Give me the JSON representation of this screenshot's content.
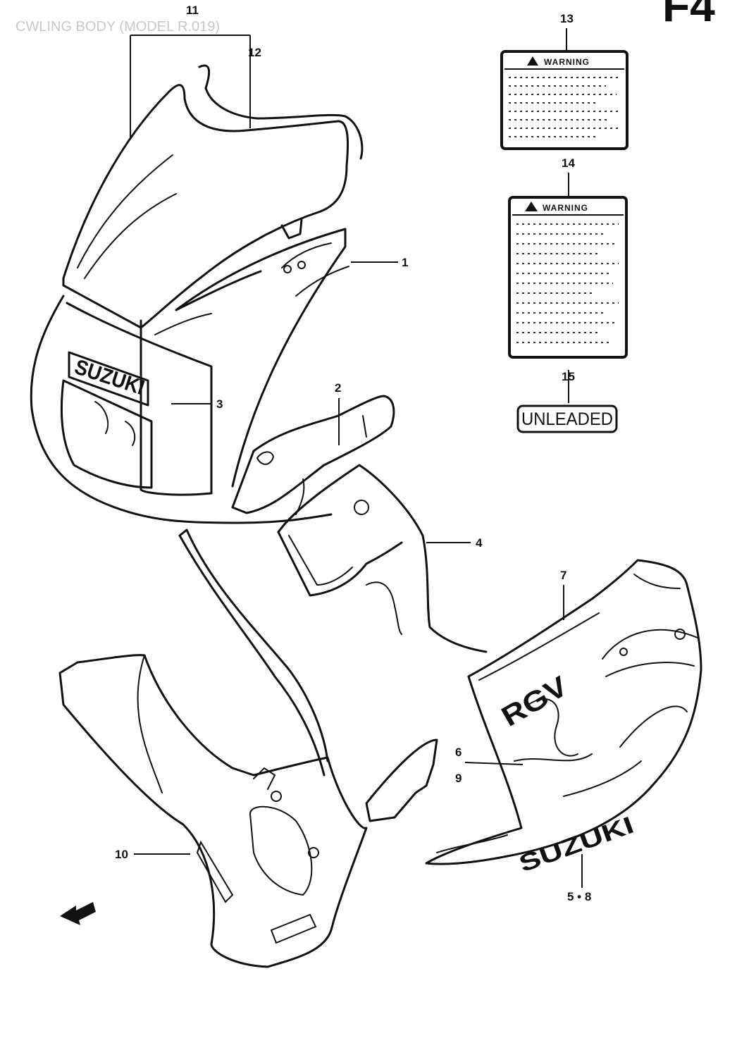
{
  "header": {
    "page_code": "F4",
    "faint_title": "CWLING BODY (MODEL R.019)"
  },
  "callouts": {
    "c1": "1",
    "c2": "2",
    "c3": "3",
    "c4": "4",
    "c5_8": "5 • 8",
    "c6": "6",
    "c9": "9",
    "c7": "7",
    "c10": "10",
    "c11": "11",
    "c12": "12",
    "c13": "13",
    "c14": "14",
    "c15": "15"
  },
  "labels": {
    "warning_13": "WARNING",
    "warning_14": "WARNING",
    "unleaded": "UNLEADED"
  },
  "decals": {
    "fairing_brand": "SUZUKI",
    "lower_brand": "SUZUKI",
    "logo_letters": "RGV"
  },
  "icons": {
    "warning_symbol": "warning-triangle-icon",
    "direction_arrow": "front-direction-arrow-icon"
  },
  "colors": {
    "ink": "#111111",
    "paper": "#ffffff"
  }
}
